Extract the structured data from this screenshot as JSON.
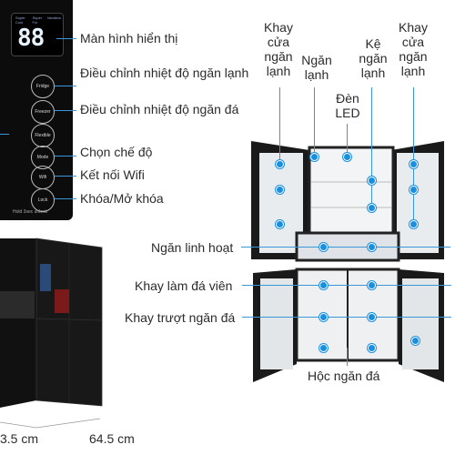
{
  "panel": {
    "display_digits": "88",
    "display_top": [
      "Super Cool",
      "Super Frz",
      "Vacation"
    ],
    "buttons": [
      "Fridge",
      "Freezer",
      "Flexible",
      "Mode",
      "Wifi",
      "Lock"
    ],
    "footer": "Hold 3sec unlock"
  },
  "panel_labels": {
    "display": "Màn hình hiển thị",
    "fridge_temp": "Điều chỉnh nhiệt độ ngăn lạnh",
    "freezer_temp": "Điều chỉnh nhiệt độ ngăn đá",
    "mode": "Chọn chế độ",
    "wifi": "Kết nối Wifi",
    "lock": "Khóa/Mở khóa"
  },
  "fridge_labels": {
    "door_tray_left": "Khay cửa ngăn lạnh",
    "fridge_compartment": "Ngăn lạnh",
    "shelf": "Kệ ngăn lạnh",
    "door_tray_right": "Khay cửa ngăn lạnh",
    "led": "Đèn LED",
    "flexible": "Ngăn linh hoạt",
    "ice_tray": "Khay làm đá viên",
    "freezer_slide_tray": "Khay trượt ngăn đá",
    "freezer_box": "Hộc ngăn đá"
  },
  "dimensions": {
    "width_left": "3.5 cm",
    "depth": "64.5 cm"
  },
  "colors": {
    "accent": "#1a8fe0",
    "fridge_body": "#141414"
  }
}
